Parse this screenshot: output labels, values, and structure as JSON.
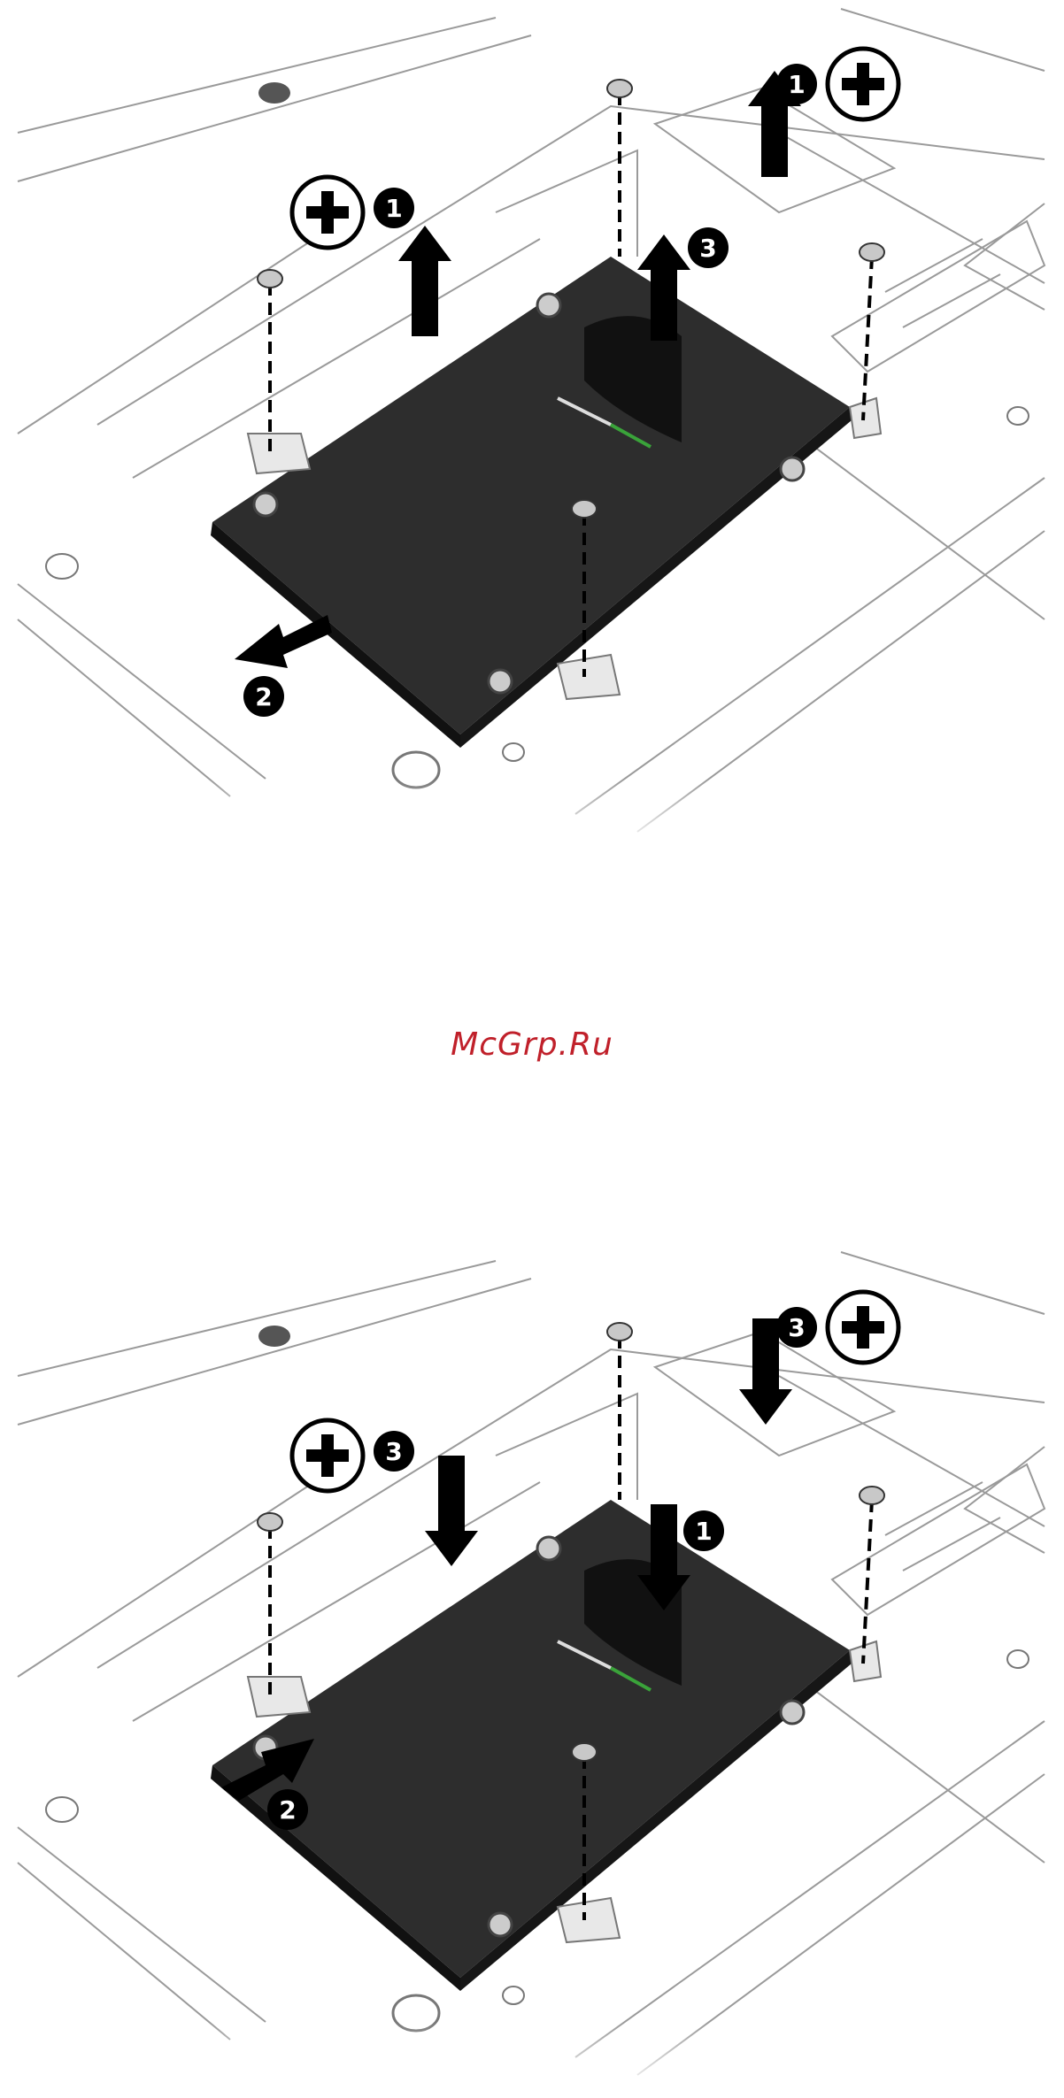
{
  "watermark": {
    "text": "McGrp.Ru",
    "color": "#c0202a"
  },
  "colors": {
    "drive": "#2b2b2b",
    "line": "#9a9a9a",
    "accent": "#000000",
    "stripe_green": "#3aa33a"
  },
  "figure_remove": {
    "description_icons": [
      "plus-circle-icon",
      "plus-circle-icon"
    ],
    "callouts": [
      "1",
      "1",
      "2",
      "3"
    ]
  },
  "figure_install": {
    "description_icons": [
      "plus-circle-icon",
      "plus-circle-icon"
    ],
    "callouts": [
      "3",
      "3",
      "2",
      "1"
    ]
  }
}
